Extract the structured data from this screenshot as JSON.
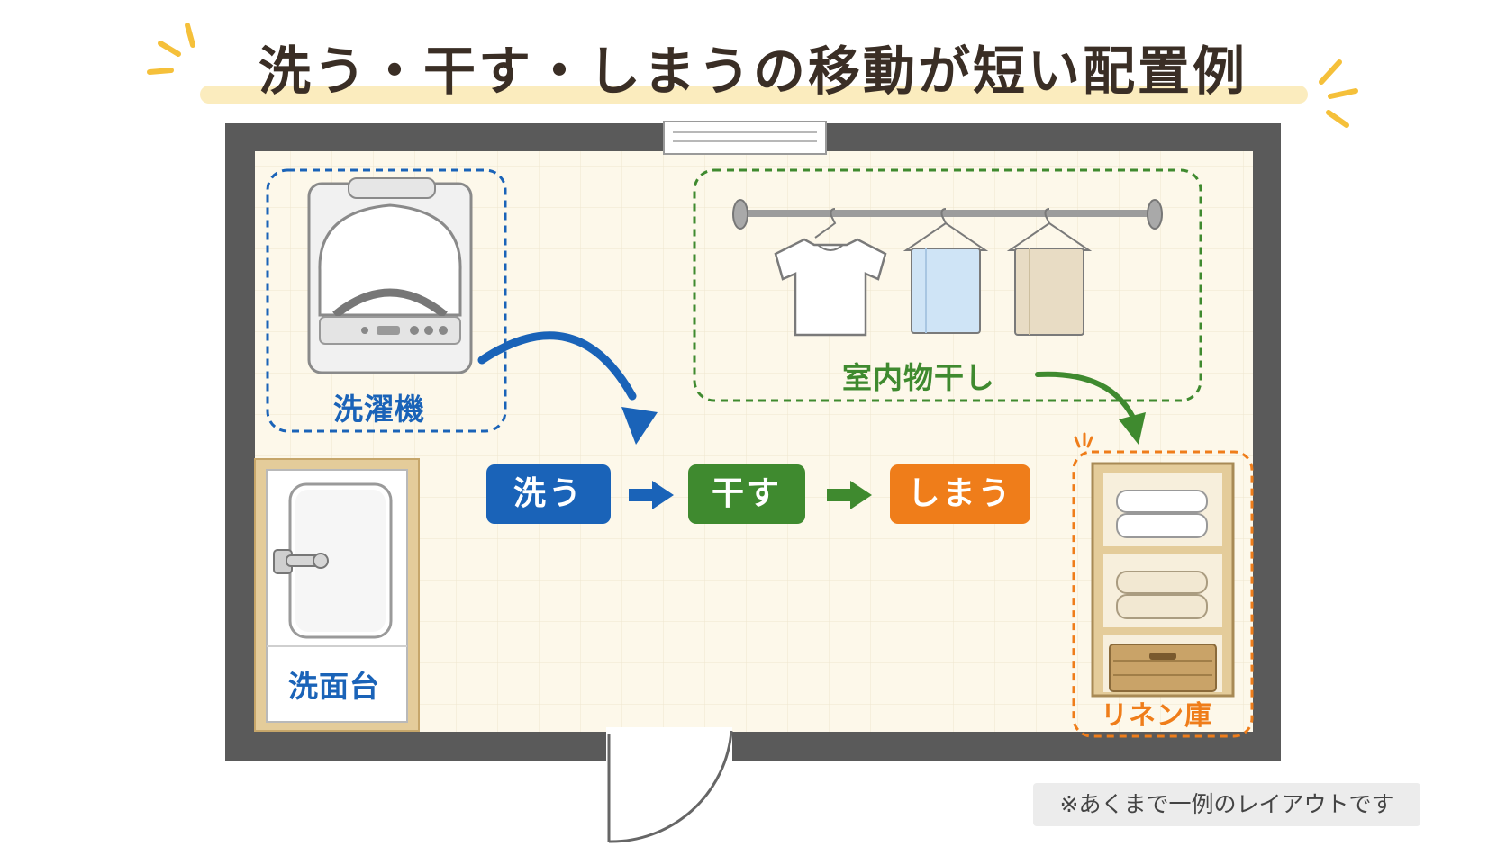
{
  "title": "洗う・干す・しまうの移動が短い配置例",
  "zones": {
    "washer": "洗濯機",
    "sink": "洗面台",
    "drying": "室内物干し",
    "linen": "リネン庫"
  },
  "steps": [
    {
      "label": "洗う",
      "color": "#1a63b8"
    },
    {
      "label": "干す",
      "color": "#3f8a2f"
    },
    {
      "label": "しまう",
      "color": "#ef7d1a"
    }
  ],
  "colors": {
    "wash": "#1a63b8",
    "dry": "#3f8a2f",
    "store": "#ef7d1a",
    "wall": "#5a5a5a",
    "floor": "#fdf8ea",
    "wood": "#e4cc9a"
  },
  "note": "※あくまで一例のレイアウトです"
}
